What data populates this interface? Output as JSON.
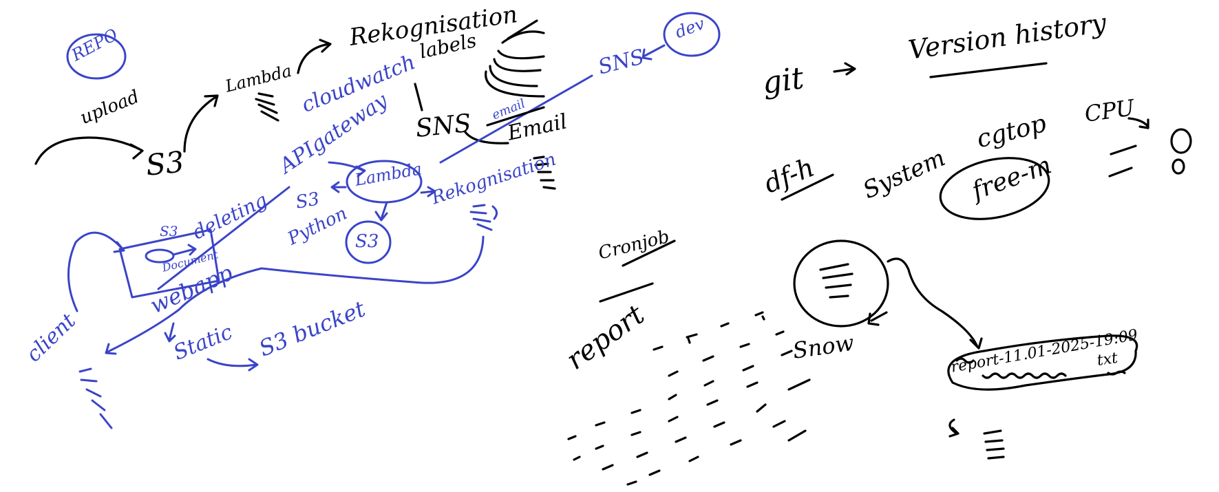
{
  "labels": {
    "repo": "REPO",
    "upload": "upload",
    "s3_main": "S3",
    "lambda_top": "Lambda",
    "rekognition_top": "Rekognisation",
    "labels": "labels",
    "cloudwatch": "cloudwatch",
    "sns_mid": "SNS",
    "email_blue": "email",
    "email_black": "Email",
    "sns_right": "SNS",
    "dev": "dev",
    "api_gateway": "APIgateway",
    "s3_blue": "S3",
    "lambda_circle": "Lambda",
    "python": "Python",
    "s3_circle": "S3",
    "rekognition_blue": "Rekognisation",
    "deleting": "deleting",
    "s3_box": "S3",
    "document": "Document",
    "webapp": "webapp",
    "client": "client",
    "static": "Static",
    "s3_bucket": "S3 bucket",
    "git": "git",
    "version_history": "Version history",
    "df_h": "df-h",
    "system": "System",
    "cgtop": "cgtop",
    "cpu": "CPU",
    "free_m": "free-m",
    "cronjob": "Cronjob",
    "report": "report",
    "snow": "Snow",
    "report_file": "report-11.01-2025-19:09",
    "txt_ext": "txt"
  },
  "colors": {
    "black_ink": "#000000",
    "blue_ink": "#3a44c8",
    "background": "#ffffff"
  }
}
